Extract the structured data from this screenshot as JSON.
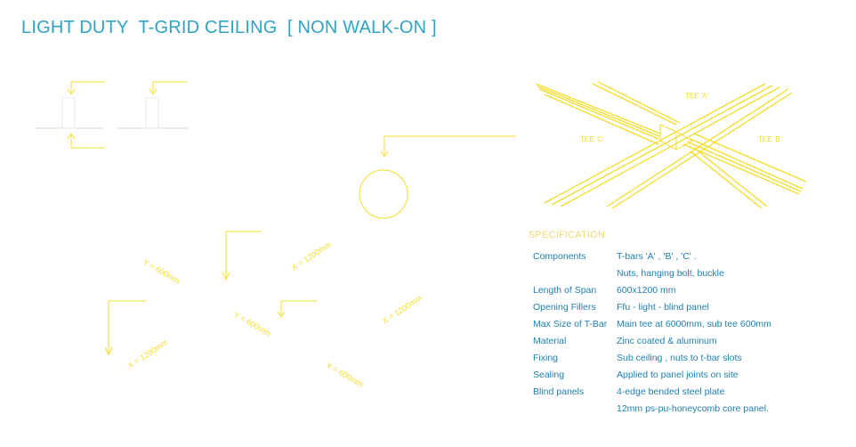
{
  "title": "LIGHT DUTY  T-GRID CEILING  [ NON WALK-ON ]",
  "colors": {
    "title": "#2ea3c6",
    "diagram_line": "#f2dc2a",
    "spec_heading": "#f0d870",
    "spec_text": "#1f7fb0",
    "section_line": "#d8d8d8"
  },
  "detail_labels": {
    "tee_a": "TEE 'A'",
    "tee_b": "TEE 'B'",
    "tee_c": "TEE 'C'"
  },
  "dimension_labels": {
    "y1": "Y = 600mm",
    "x1": "X = 1200mm",
    "y2": "Y = 600mm",
    "x2": "X = 1200mm",
    "x3": "X = 1200mm",
    "y3": "Y = 600mm"
  },
  "specification": {
    "heading": "SPECIFICATION",
    "rows": [
      {
        "label": "Components",
        "value": "T-bars 'A' , 'B' , 'C' ."
      },
      {
        "label": "",
        "value": "Nuts, hanging bolt, buckle"
      },
      {
        "label": "Length of Span",
        "value": "600x1200 mm"
      },
      {
        "label": "Opening Fillers",
        "value": "Ffu - light - blind panel"
      },
      {
        "label": "Max Size of T-Bar",
        "value": "Main tee at 6000mm, sub tee 600mm"
      },
      {
        "label": "Material",
        "value": "Zinc coated & aluminum"
      },
      {
        "label": "Fixing",
        "value": "Sub ceiling , nuts to t-bar slots"
      },
      {
        "label": "Sealing",
        "value": "Applied to panel joints on site"
      },
      {
        "label": "Blind panels",
        "value": "4-edge bended steel plate"
      },
      {
        "label": "",
        "value": "12mm ps-pu-honeycomb core panel."
      }
    ]
  }
}
